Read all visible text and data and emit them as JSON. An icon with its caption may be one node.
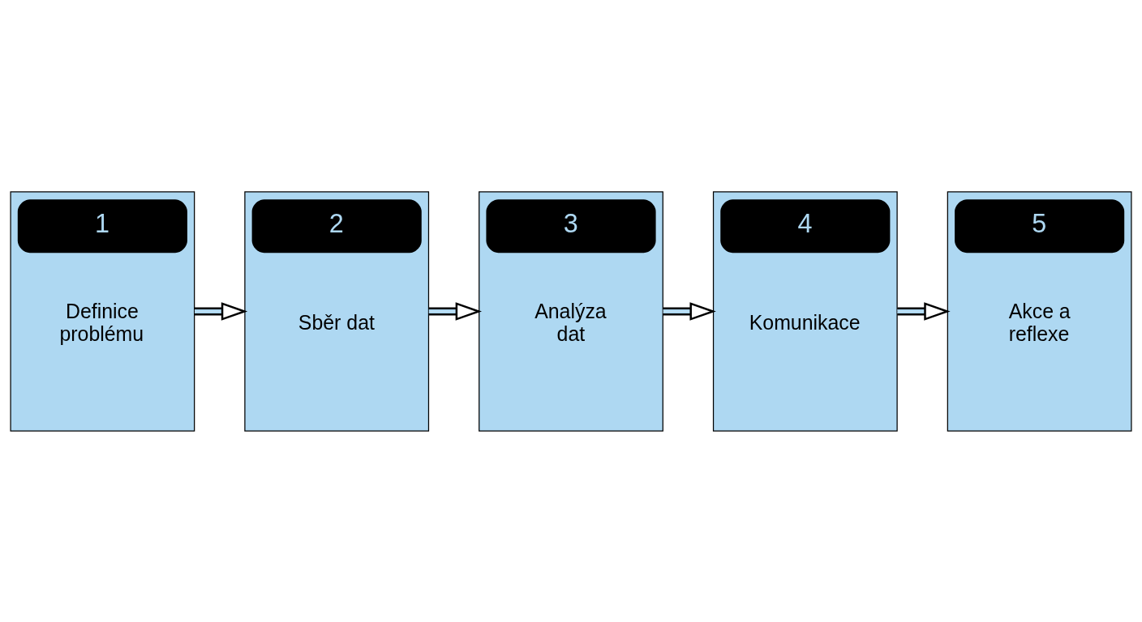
{
  "diagram": {
    "nodes": [
      {
        "text": [
          "1",
          "Definice problému"
        ]
      },
      {
        "text": [
          "2",
          "Sběr dat"
        ]
      },
      {
        "text": [
          "3",
          "Analýza dat"
        ]
      },
      {
        "text": [
          "4",
          "Komunikace"
        ]
      },
      {
        "text": [
          "5",
          "Akce a reflexe"
        ]
      }
    ],
    "edges": [
      {
        "from": 0,
        "to": 1,
        "arrow": "to"
      },
      {
        "from": 1,
        "to": 2,
        "arrow": "to"
      },
      {
        "from": 2,
        "to": 3,
        "arrow": "to"
      },
      {
        "from": 3,
        "to": 4,
        "arrow": "to"
      }
    ]
  }
}
